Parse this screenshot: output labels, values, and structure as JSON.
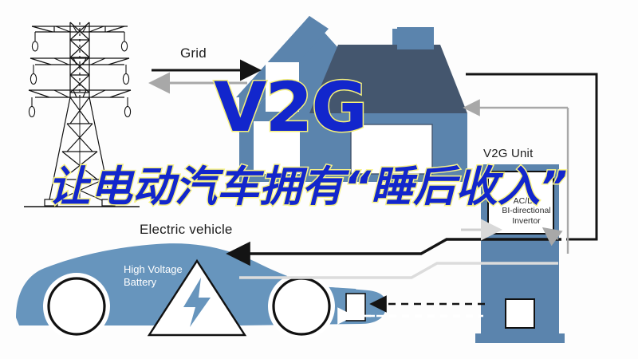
{
  "page": {
    "background_color": "#ffffff",
    "title_overlay": "V2G",
    "headline_cn": "让电动汽车拥有“睡后收入”"
  },
  "colors": {
    "house_body": "#5b84ad",
    "house_roof": "#44566e",
    "car_body": "#6795bd",
    "unit_body": "#5b84ad",
    "line_dark": "#141414",
    "line_gray": "#a8a8a8",
    "title_blue": "#1226cc",
    "title_outline": "#f5f07a",
    "white": "#ffffff"
  },
  "labels": {
    "grid": "Grid",
    "electric_vehicle": "Electric vehicle",
    "v2g_unit": "V2G Unit",
    "inverter_acdc": "AC/DC",
    "inverter_line1": "BI-directional",
    "inverter_line2": "Invertor",
    "battery_line1": "High Voltage",
    "battery_line2": "Battery"
  },
  "icons": {
    "tower": "transmission-tower-icon",
    "house": "house-icon",
    "car": "electric-car-icon",
    "warning": "high-voltage-warning-icon",
    "unit": "v2g-charging-unit-icon"
  },
  "flows": [
    {
      "name": "grid-to-house",
      "direction": "right",
      "color": "#141414",
      "style": "solid"
    },
    {
      "name": "house-to-grid",
      "direction": "left",
      "color": "#a8a8a8",
      "style": "solid"
    },
    {
      "name": "unit-to-house",
      "direction": "left",
      "color": "#a8a8a8",
      "style": "solid"
    },
    {
      "name": "house-to-unit",
      "direction": "down",
      "color": "#141414",
      "style": "solid"
    },
    {
      "name": "unit-to-car",
      "direction": "left",
      "color": "#141414",
      "style": "solid"
    },
    {
      "name": "car-to-unit",
      "direction": "right",
      "color": "#d9d9d9",
      "style": "solid"
    },
    {
      "name": "discharge-dashed-dark",
      "direction": "left",
      "color": "#141414",
      "style": "dashed"
    },
    {
      "name": "charge-dashed-light",
      "direction": "right",
      "color": "#ffffff",
      "style": "dashed"
    }
  ]
}
